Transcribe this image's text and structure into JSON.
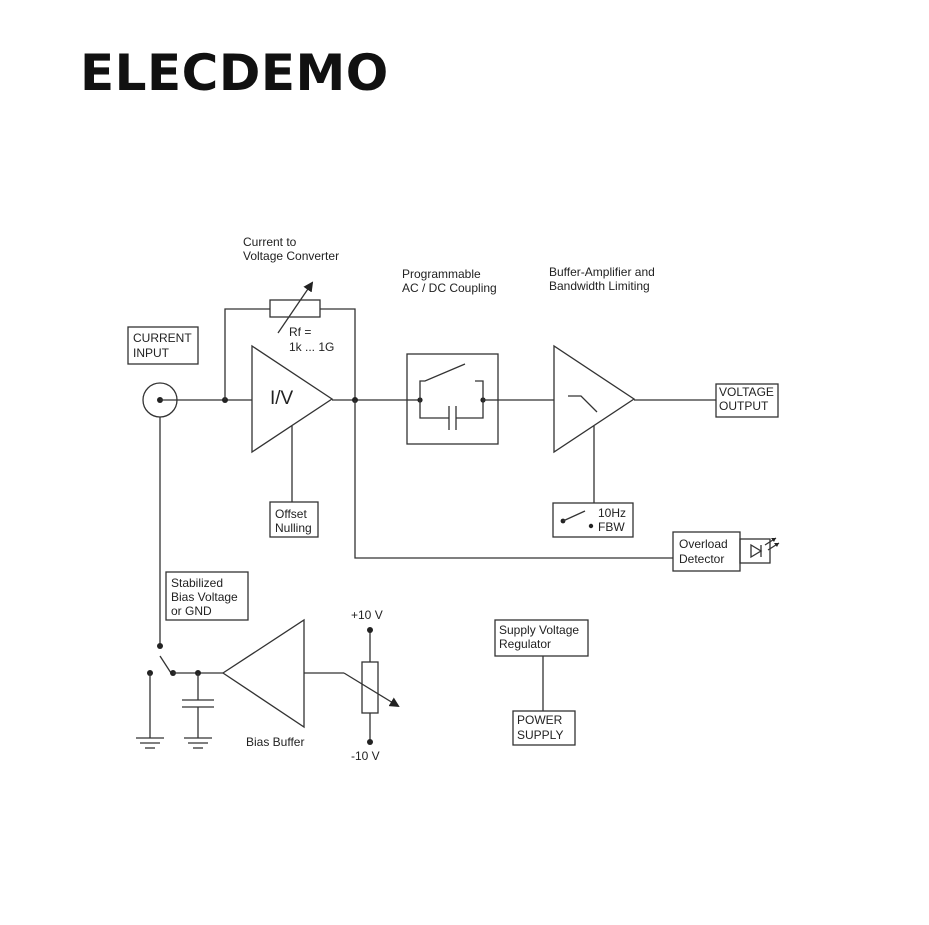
{
  "brand": "ELECDEMO",
  "labels": {
    "current_input": [
      "CURRENT",
      "INPUT"
    ],
    "iv_title": [
      "Current to",
      "Voltage Converter"
    ],
    "rf": [
      "Rf =",
      "1k ... 1G"
    ],
    "iv": "I/V",
    "offset": [
      "Offset",
      "Nulling"
    ],
    "coupling_title": [
      "Programmable",
      "AC / DC Coupling"
    ],
    "buffer_title": [
      "Buffer-Amplifier and",
      "Bandwidth Limiting"
    ],
    "voltage_output": [
      "VOLTAGE",
      "OUTPUT"
    ],
    "bw_10hz": "10Hz",
    "bw_fbw": "FBW",
    "overload": [
      "Overload",
      "Detector"
    ],
    "bias_title": [
      "Stabilized",
      "Bias Voltage",
      "or GND"
    ],
    "bias_buffer": "Bias Buffer",
    "plus10": "+10 V",
    "minus10": "-10 V",
    "supply_reg": [
      "Supply Voltage",
      "Regulator"
    ],
    "power_supply": [
      "POWER",
      "SUPPLY"
    ]
  }
}
